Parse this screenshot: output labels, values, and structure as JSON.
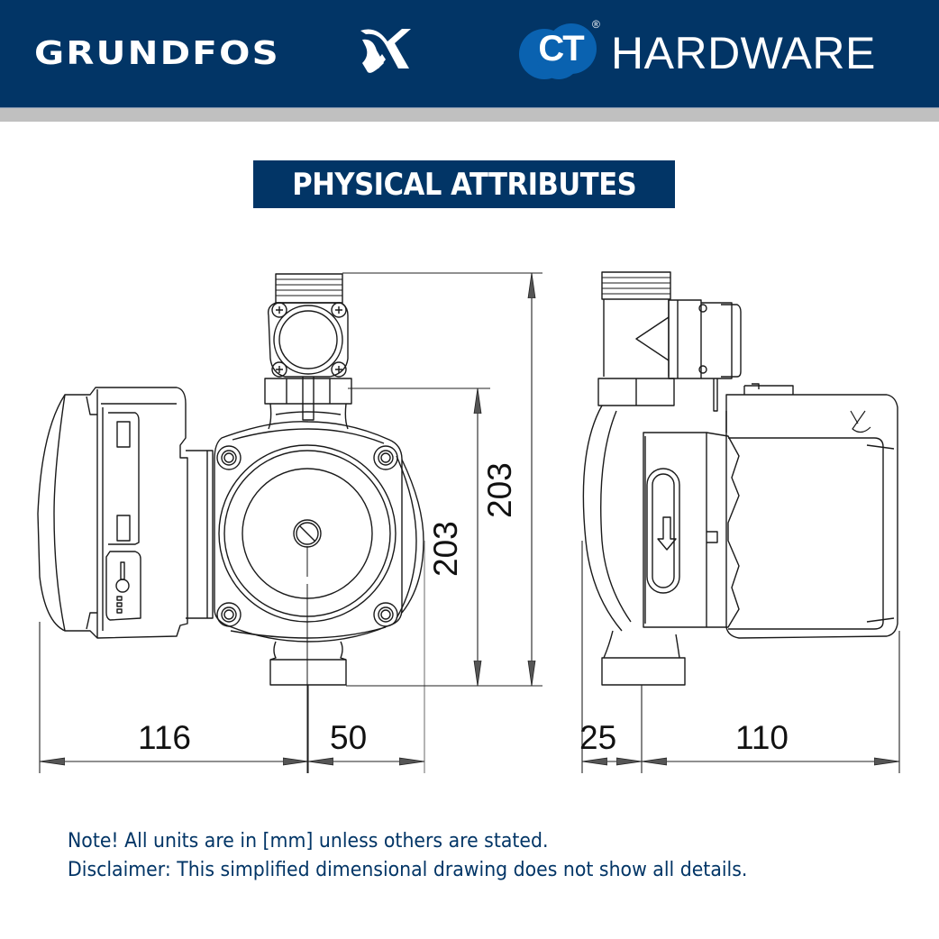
{
  "header": {
    "brand_left": "GRUNDFOS",
    "brand_left_icon": "grundfos-x-mark-icon",
    "brand_right_badge": "CT",
    "brand_right_registered": "®",
    "brand_right": "HARDWARE",
    "colors": {
      "band": "#023566",
      "strip": "#c0c0c0",
      "ct_cloud": "#0a62b0",
      "text": "#ffffff"
    }
  },
  "section": {
    "title": "PHYSICAL ATTRIBUTES"
  },
  "drawing": {
    "front_view": {
      "name": "pump-front-view",
      "dimensions": {
        "left_width": "116",
        "right_width": "50",
        "total_height": "203",
        "port_to_port_height": "203"
      }
    },
    "side_view": {
      "name": "pump-side-view",
      "flow_direction_icon": "arrow-down-icon",
      "dimensions": {
        "pipe_offset": "25",
        "motor_depth": "110"
      }
    },
    "line_color": "#1a1a1a",
    "arrow_color": "#555555"
  },
  "notes": {
    "note": "Note! All units are in [mm] unless others are stated.",
    "disclaimer": "Disclaimer: This simplified dimensional drawing does not show all details."
  }
}
